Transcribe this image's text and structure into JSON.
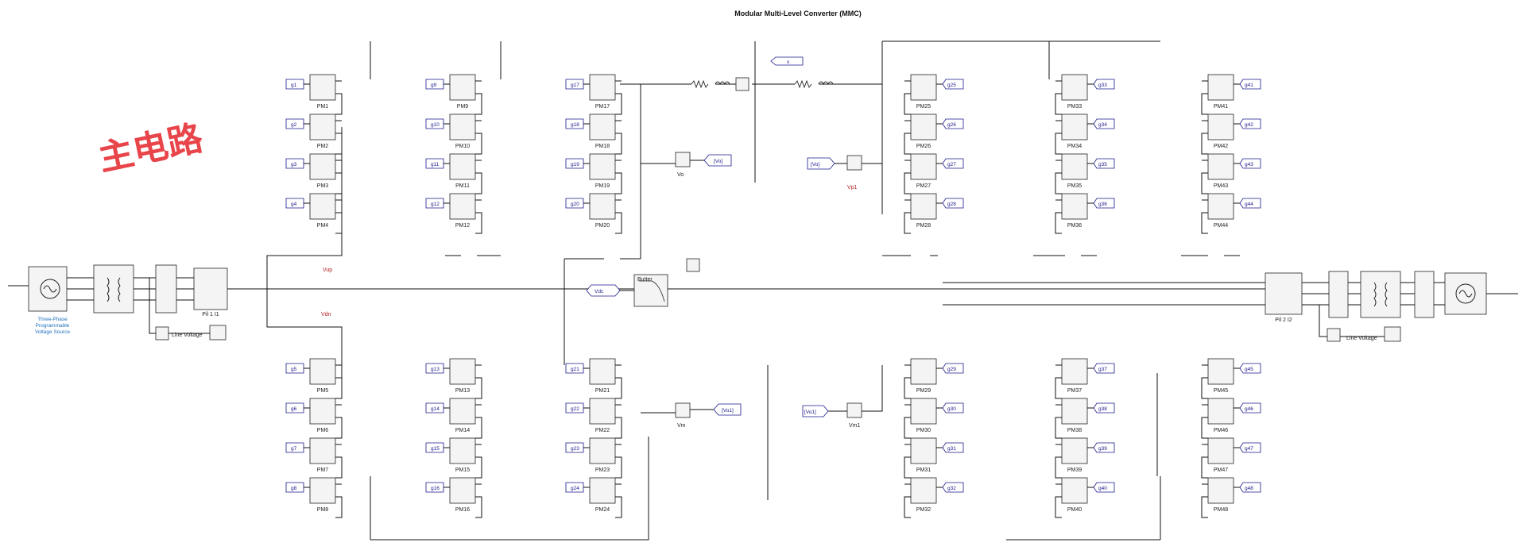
{
  "title": "Modular Multi-Level Converter (MMC)",
  "annotation": "主电路",
  "colors": {
    "annotation": "#e8454a",
    "tag_border": "#1a1a8c",
    "param_label": "#b22222",
    "source_label": "#1f6fbf"
  },
  "source_left": {
    "label_lines": [
      "Three-Phase",
      "Programmable",
      "Voltage Source"
    ]
  },
  "source_right": {
    "label": ""
  },
  "meters": {
    "left": "Line Voltage",
    "right": "Line Voltage"
  },
  "breakers": {
    "left": "Pil 1 I1",
    "right": "Pil 2 I2"
  },
  "converter_labels": {
    "vup": "Vup",
    "vdown": "Vdn",
    "vdc": "Vdc",
    "filter": "Butter"
  },
  "blocks": {
    "vo": "Vo",
    "vo_tag": "[Vo]",
    "vm": "Vm",
    "vm_tag": "[Vo1]",
    "vp1": "Vp1",
    "vp1_tag": "[Vo]",
    "vm1": "Vm1",
    "vm1_tag": "[Vo1]",
    "scope_x": "x"
  },
  "pm_left_top": [
    {
      "name": "PM1",
      "tag": "g1"
    },
    {
      "name": "PM2",
      "tag": "g2"
    },
    {
      "name": "PM3",
      "tag": "g3"
    },
    {
      "name": "PM4",
      "tag": "g4"
    },
    {
      "name": "PM9",
      "tag": "g9"
    },
    {
      "name": "PM10",
      "tag": "g10"
    },
    {
      "name": "PM11",
      "tag": "g11"
    },
    {
      "name": "PM12",
      "tag": "g12"
    },
    {
      "name": "PM17",
      "tag": "g17"
    },
    {
      "name": "PM18",
      "tag": "g18"
    },
    {
      "name": "PM19",
      "tag": "g19"
    },
    {
      "name": "PM20",
      "tag": "g20"
    }
  ],
  "pm_left_bottom": [
    {
      "name": "PM5",
      "tag": "g5"
    },
    {
      "name": "PM6",
      "tag": "g6"
    },
    {
      "name": "PM7",
      "tag": "g7"
    },
    {
      "name": "PM8",
      "tag": "g8"
    },
    {
      "name": "PM13",
      "tag": "g13"
    },
    {
      "name": "PM14",
      "tag": "g14"
    },
    {
      "name": "PM15",
      "tag": "g15"
    },
    {
      "name": "PM16",
      "tag": "g16"
    },
    {
      "name": "PM21",
      "tag": "g21"
    },
    {
      "name": "PM22",
      "tag": "g22"
    },
    {
      "name": "PM23",
      "tag": "g23"
    },
    {
      "name": "PM24",
      "tag": "g24"
    }
  ],
  "pm_right_top": [
    {
      "name": "PM25",
      "tag": "g25"
    },
    {
      "name": "PM26",
      "tag": "g26"
    },
    {
      "name": "PM27",
      "tag": "g27"
    },
    {
      "name": "PM28",
      "tag": "g28"
    },
    {
      "name": "PM33",
      "tag": "g33"
    },
    {
      "name": "PM34",
      "tag": "g34"
    },
    {
      "name": "PM35",
      "tag": "g35"
    },
    {
      "name": "PM36",
      "tag": "g36"
    },
    {
      "name": "PM41",
      "tag": "g41"
    },
    {
      "name": "PM42",
      "tag": "g42"
    },
    {
      "name": "PM43",
      "tag": "g43"
    },
    {
      "name": "PM44",
      "tag": "g44"
    }
  ],
  "pm_right_bottom": [
    {
      "name": "PM29",
      "tag": "g29"
    },
    {
      "name": "PM30",
      "tag": "g30"
    },
    {
      "name": "PM31",
      "tag": "g31"
    },
    {
      "name": "PM32",
      "tag": "g32"
    },
    {
      "name": "PM37",
      "tag": "g37"
    },
    {
      "name": "PM38",
      "tag": "g38"
    },
    {
      "name": "PM39",
      "tag": "g39"
    },
    {
      "name": "PM40",
      "tag": "g40"
    },
    {
      "name": "PM45",
      "tag": "g45"
    },
    {
      "name": "PM46",
      "tag": "g46"
    },
    {
      "name": "PM47",
      "tag": "g47"
    },
    {
      "name": "PM48",
      "tag": "g48"
    }
  ]
}
